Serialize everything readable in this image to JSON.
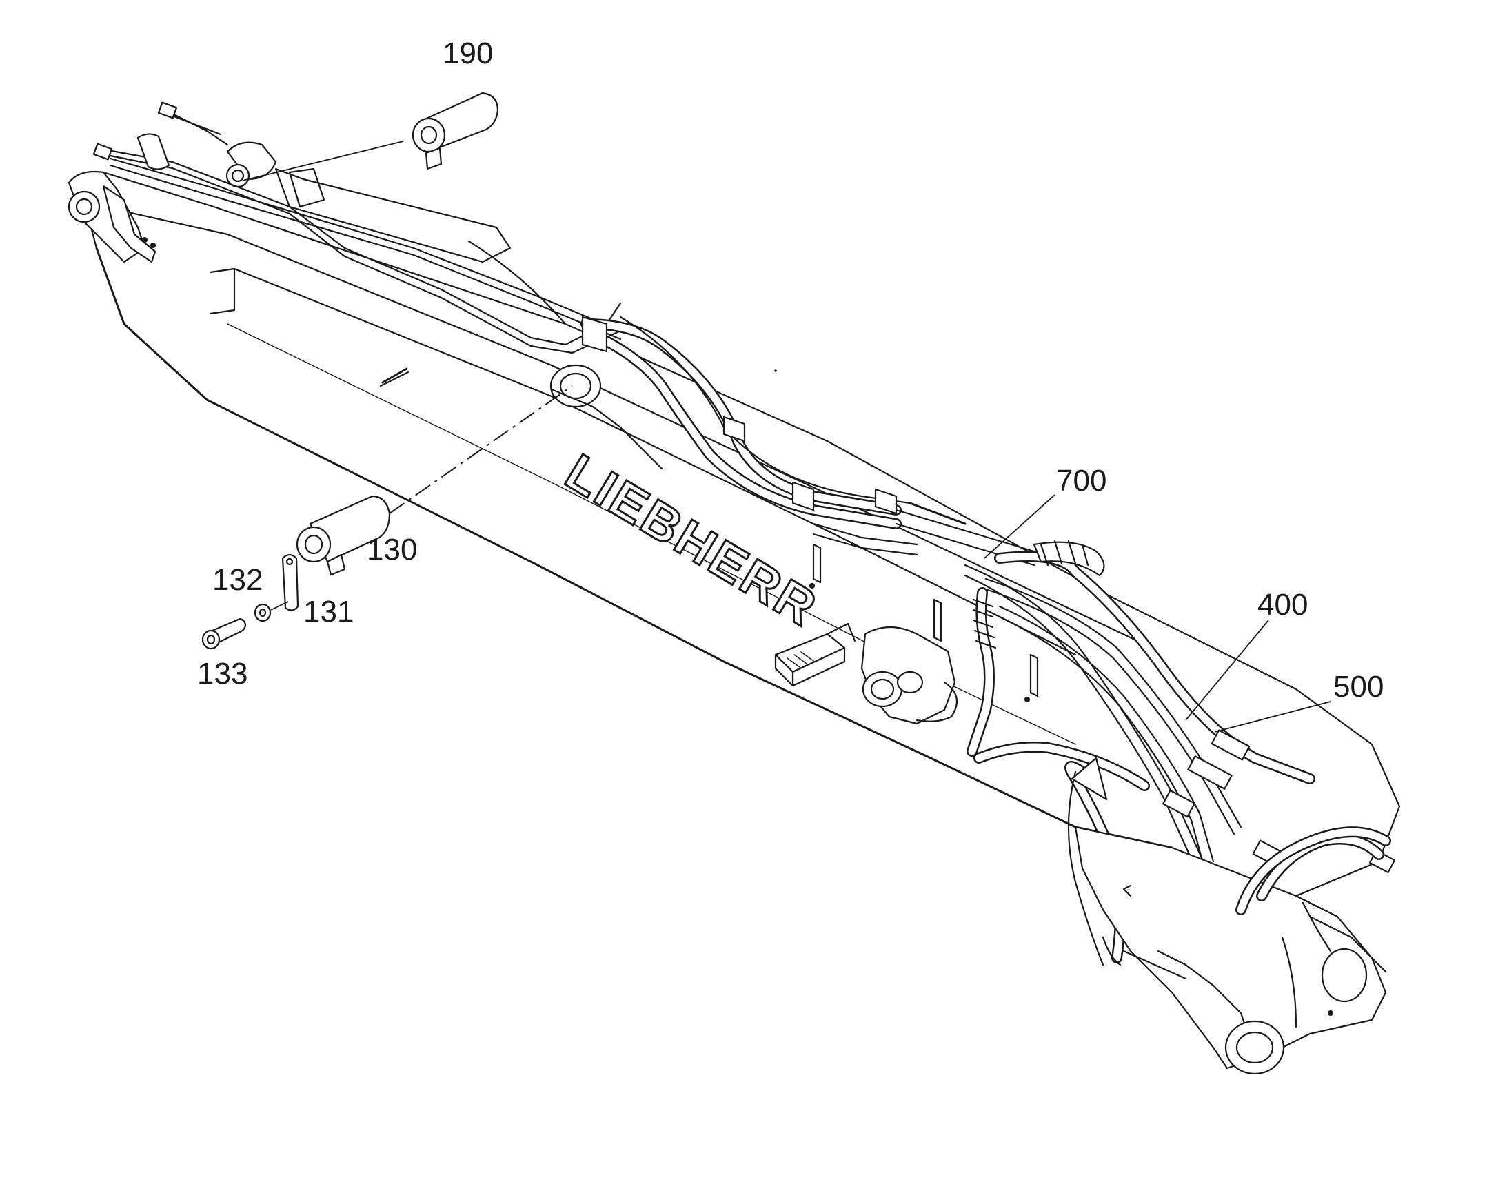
{
  "diagram": {
    "logo": "LIEBHERR",
    "callouts": {
      "c190": "190",
      "c130": "130",
      "c132": "132",
      "c131": "131",
      "c133": "133",
      "c700": "700",
      "c400": "400",
      "c500": "500"
    }
  }
}
